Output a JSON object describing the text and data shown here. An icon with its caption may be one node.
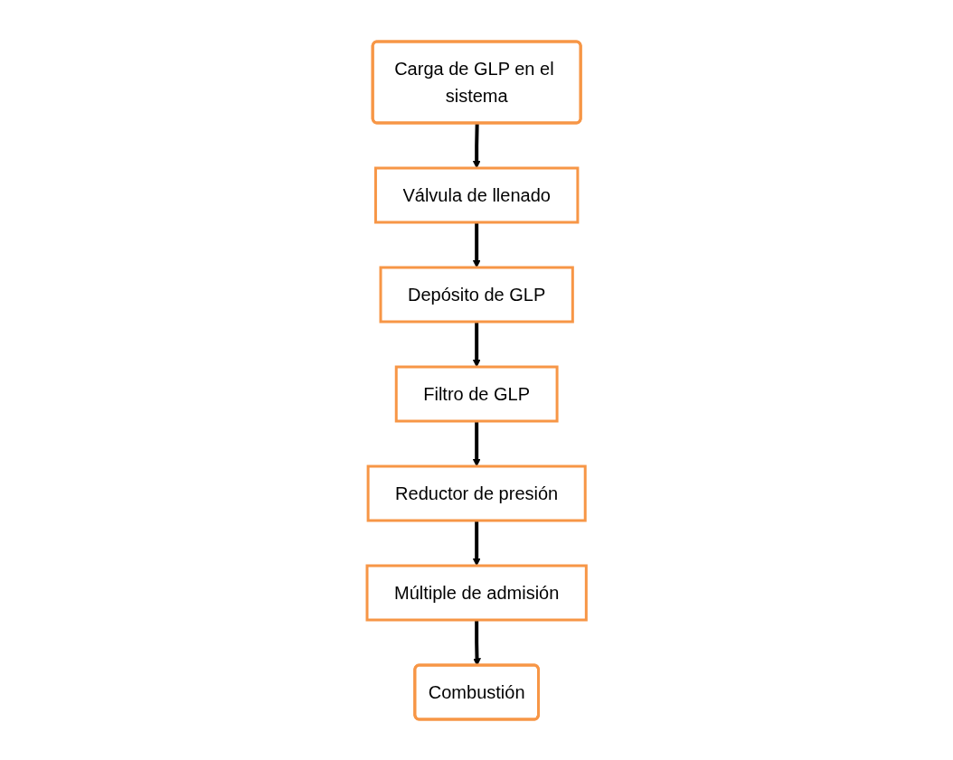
{
  "diagram": {
    "nodes": [
      {
        "text": [
          "Carga de GLP en el sistema"
        ]
      },
      {
        "text": [
          "Válvula de llenado"
        ]
      },
      {
        "text": [
          "Depósito de GLP"
        ]
      },
      {
        "text": [
          "Filtro de GLP"
        ]
      },
      {
        "text": [
          "Reductor de presión"
        ]
      },
      {
        "text": [
          "Múltiple de admisión"
        ]
      },
      {
        "text": [
          "Combustión"
        ]
      }
    ],
    "edges": [
      {
        "from": 0,
        "to": 1,
        "arrow": "to"
      },
      {
        "from": 1,
        "to": 2,
        "arrow": "to"
      },
      {
        "from": 2,
        "to": 3,
        "arrow": "to"
      },
      {
        "from": 3,
        "to": 4,
        "arrow": "to"
      },
      {
        "from": 4,
        "to": 5,
        "arrow": "to"
      },
      {
        "from": 5,
        "to": 6,
        "arrow": "to"
      }
    ]
  }
}
